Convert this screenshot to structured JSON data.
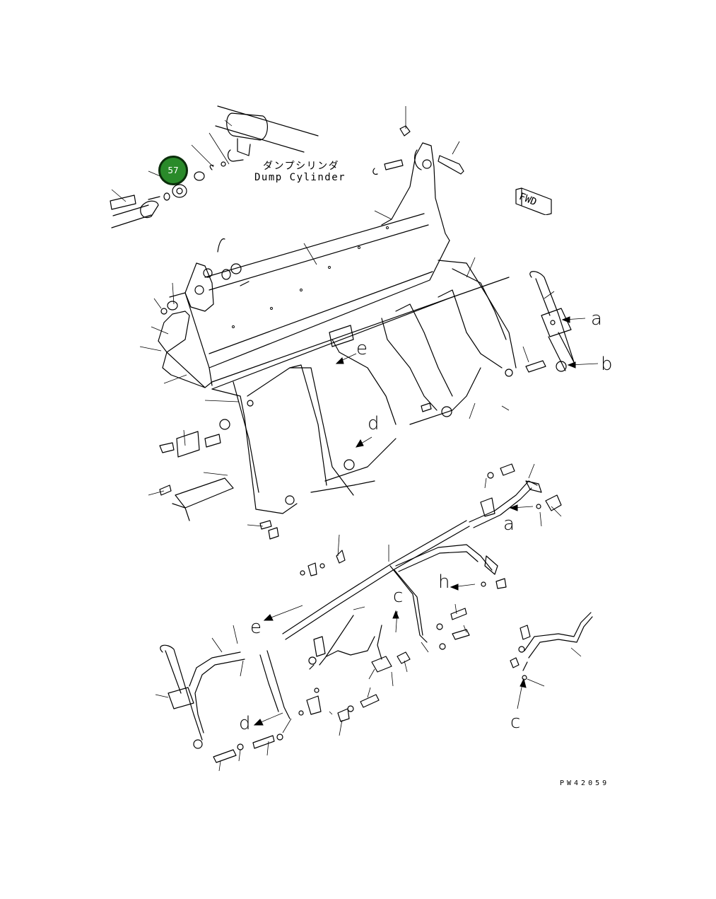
{
  "callout": {
    "number": "57",
    "color": "#2a8a2a"
  },
  "component_label": {
    "japanese": "ダンプシリンダ",
    "english": "Dump Cylinder"
  },
  "direction_indicator": "FWD",
  "connection_labels": {
    "top_a": "a",
    "top_b": "b",
    "top_e": "e",
    "top_d": "d",
    "mid_a": "a",
    "mid_h": "h",
    "mid_c": "c",
    "low_e": "e",
    "low_d": "d",
    "right_c": "c"
  },
  "drawing_code": "PW42059"
}
